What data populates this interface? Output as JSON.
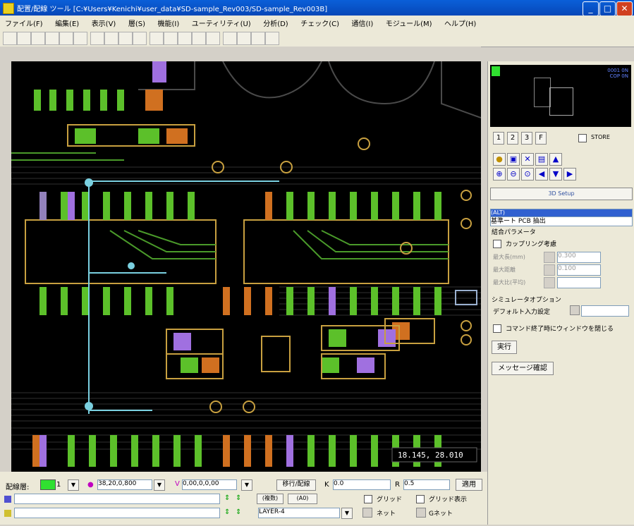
{
  "window": {
    "title": "配置/配線 ツール [C:¥Users¥Kenichi¥user_data¥SD-sample_Rev003/SD-sample_Rev003B]",
    "buttons": {
      "minimize": "_",
      "maximize": "□",
      "close": "✕"
    }
  },
  "menu": [
    "ファイル(F)",
    "編集(E)",
    "表示(V)",
    "層(S)",
    "機能(I)",
    "ユーティリティ(U)",
    "分析(D)",
    "チェック(C)",
    "通信(I)",
    "モジュール(M)",
    "ヘルプ(H)"
  ],
  "minimap": {
    "label_top": "0001 0N",
    "label_bottom": "COP 0N"
  },
  "panel": {
    "page_buttons": [
      "1",
      "2",
      "3",
      "F"
    ],
    "store_label": "STORE",
    "settings_label": "3D Setup",
    "selected_item": "(ALT)",
    "mode_value": "基準ート PCB 抽出",
    "group_label": "結合パラメータ",
    "coupling_label": "カップリング考慮",
    "param1_label": "最大長(mm)",
    "param1_value": "0.300",
    "param2_label": "最大距離",
    "param2_value": "0.100",
    "param3_label": "最大比(平均)",
    "param3_value": "",
    "sim_label": "シミュレータオプション",
    "default_label": "デフォルト入力設定",
    "close_window_label": "コマンド終了時にウィンドウを閉じる",
    "execute_label": "実行",
    "message_label": "メッセージ確認"
  },
  "canvas": {
    "coordinate": "18.145, 28.010"
  },
  "bottom": {
    "layer_label": "配線層:",
    "layer_value": "1",
    "net_value": "38,20,0,800",
    "via_value": "0,00,0,0,00",
    "mode_value": "移行/配線",
    "k_label": "K",
    "k_value": "0.0",
    "r_label": "R",
    "r_value": "0.5",
    "apply_label": "適用",
    "row2_a": "(複数)",
    "row2_b": "(A0)",
    "grid_label": "グリッド",
    "grid_display_label": "グリッド表示",
    "layer_sel": "LAYER-4",
    "net_label": "ネット",
    "net2_label": "Gネット"
  },
  "colors": {
    "accent": "#0747b8",
    "pad_green": "#5cc02a",
    "pad_orange": "#d07020",
    "pad_violet": "#a070e0",
    "arrow": "#7fe8ff"
  }
}
